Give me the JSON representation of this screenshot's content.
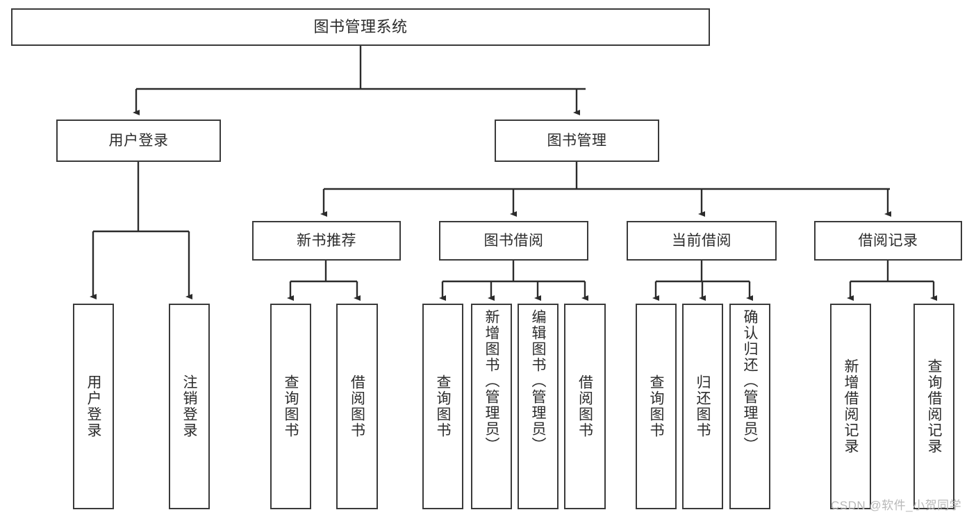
{
  "diagram": {
    "title": "图书管理系统",
    "type": "hierarchy-tree",
    "stroke_color": "#3a3a3a",
    "fill_color": "#ffffff",
    "text_color": "#2b2b2b",
    "root": {
      "label": "图书管理系统"
    },
    "level2": [
      {
        "label": "用户登录"
      },
      {
        "label": "图书管理"
      }
    ],
    "level3": [
      {
        "label": "新书推荐"
      },
      {
        "label": "图书借阅"
      },
      {
        "label": "当前借阅"
      },
      {
        "label": "借阅记录"
      }
    ],
    "leaves": {
      "user_login": [
        {
          "label": "用户登录"
        },
        {
          "label": "注销登录"
        }
      ],
      "new_book_recommend": [
        {
          "label": "查询图书"
        },
        {
          "label": "借阅图书"
        }
      ],
      "book_borrow": [
        {
          "label": "查询图书"
        },
        {
          "label": "新增图书（管理员）"
        },
        {
          "label": "编辑图书（管理员）"
        },
        {
          "label": "借阅图书"
        }
      ],
      "current_borrow": [
        {
          "label": "查询图书"
        },
        {
          "label": "归还图书"
        },
        {
          "label": "确认归还（管理员）"
        }
      ],
      "borrow_records": [
        {
          "label": "新增借阅记录"
        },
        {
          "label": "查询借阅记录"
        }
      ]
    }
  },
  "watermark": {
    "text": "CSDN @软件_小贺同学"
  }
}
